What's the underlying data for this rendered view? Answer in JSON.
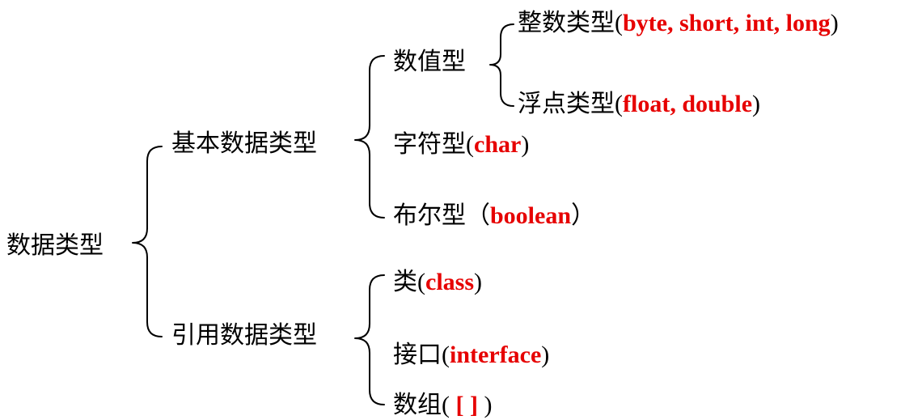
{
  "root": {
    "label": "数据类型"
  },
  "primitive": {
    "label": "基本数据类型",
    "numeric": {
      "label": "数值型",
      "integer": {
        "label": "整数类型",
        "open": "(",
        "keywords": "byte, short, int, long",
        "close": ")"
      },
      "float": {
        "label": "浮点类型",
        "open": "(",
        "keywords": "float, double",
        "close": ")"
      }
    },
    "char": {
      "label": "字符型",
      "open": "(",
      "keywords": "char",
      "close": ")"
    },
    "boolean": {
      "label": "布尔型",
      "open": "（",
      "keywords": "boolean",
      "close": "）"
    }
  },
  "reference": {
    "label": "引用数据类型",
    "class": {
      "label": "类",
      "open": "(",
      "keywords": "class",
      "close": ")"
    },
    "interface": {
      "label": "接口",
      "open": "(",
      "keywords": "interface",
      "close": ")"
    },
    "array": {
      "label": "数组",
      "open": "( ",
      "keywords": "[ ]",
      "close": " )"
    }
  },
  "colors": {
    "keyword": "#e60000",
    "text": "#000000",
    "lines": "#000000"
  }
}
